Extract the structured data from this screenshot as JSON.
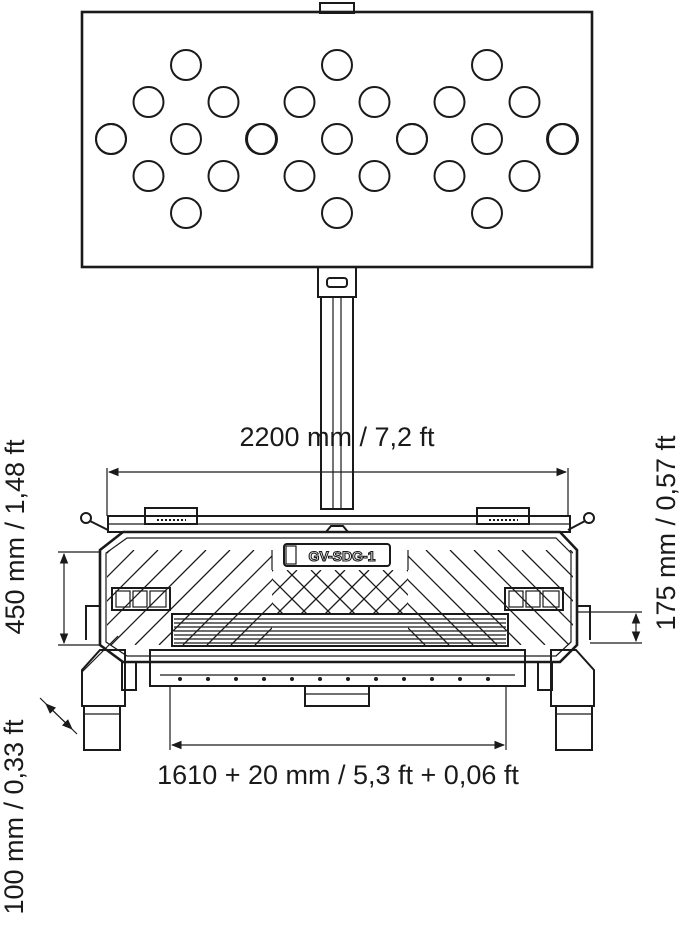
{
  "dimensions": {
    "overall_width": "2200 mm / 7,2 ft",
    "track_width": "1610 + 20 mm / 5,3 ft + 0,06 ft",
    "height_left": "450 mm / 1,48 ft",
    "height_right": "175 mm / 0,57 ft",
    "clearance": "100 mm / 0,33 ft"
  },
  "model_label": "GV-SDG-1"
}
